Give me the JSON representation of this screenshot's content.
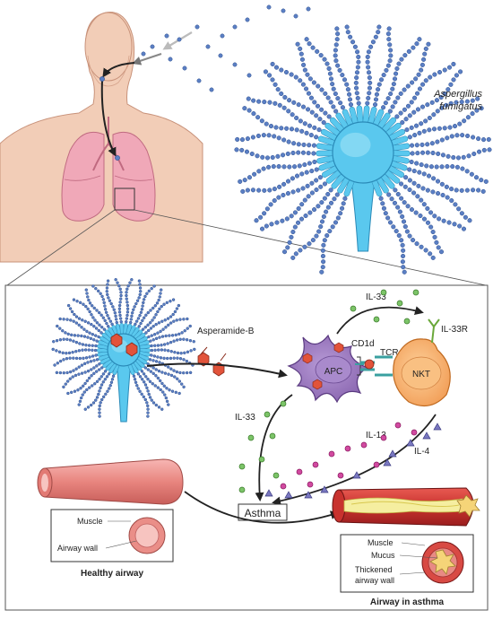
{
  "organism": {
    "name_line1": "Aspergillus",
    "name_line2": "fumigatus"
  },
  "labels": {
    "il33_top": "IL-33",
    "il33r": "IL-33R",
    "asperamide": "Asperamide-B",
    "cd1d": "CD1d",
    "tcr": "TCR",
    "apc": "APC",
    "nkt": "NKT",
    "il33_left": "IL-33",
    "il13": "IL-13",
    "il4": "IL-4",
    "asthma": "Asthma"
  },
  "healthy_inset": {
    "muscle": "Muscle",
    "wall": "Airway wall",
    "caption": "Healthy airway"
  },
  "asthma_inset": {
    "muscle": "Muscle",
    "mucus": "Mucus",
    "thick1": "Thickened",
    "thick2": "airway wall",
    "caption": "Airway in asthma"
  },
  "colors": {
    "spore": "#5b7fc4",
    "fungus": "#5ac8ee",
    "lung": "#f0a8b8",
    "skin": "#f2cdb7",
    "apc": "#9b7bbf",
    "nkt": "#f7b472",
    "il33_dot": "#7cc468",
    "il13_dot": "#d14aa0",
    "il4_tri": "#7a78c0",
    "asperamide": "#e2533a"
  }
}
